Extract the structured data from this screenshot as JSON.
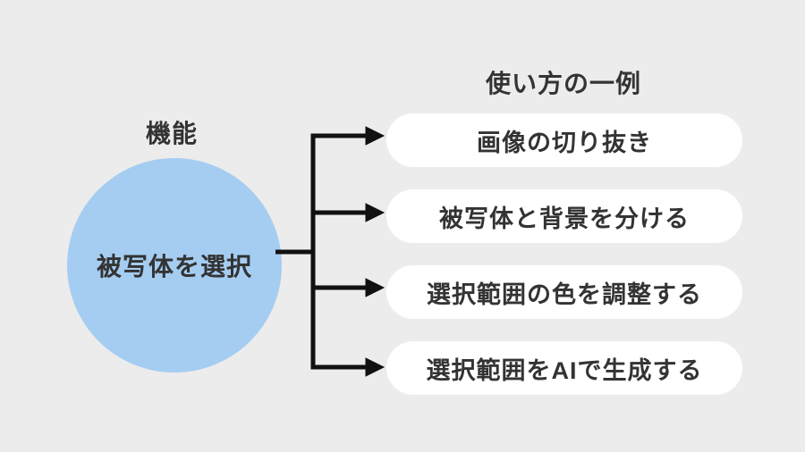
{
  "colors": {
    "background": "#ECECEC",
    "circle_fill": "#A5CDF1",
    "pill_fill": "#FFFFFF",
    "text": "#333333",
    "line": "#111111"
  },
  "feature": {
    "heading": "機能",
    "node_label": "被写体を選択"
  },
  "usage": {
    "heading": "使い方の一例",
    "items": [
      {
        "label": "画像の切り抜き"
      },
      {
        "label": "被写体と背景を分ける"
      },
      {
        "label": "選択範囲の色を調整する"
      },
      {
        "label": "選択範囲をAIで生成する"
      }
    ]
  }
}
